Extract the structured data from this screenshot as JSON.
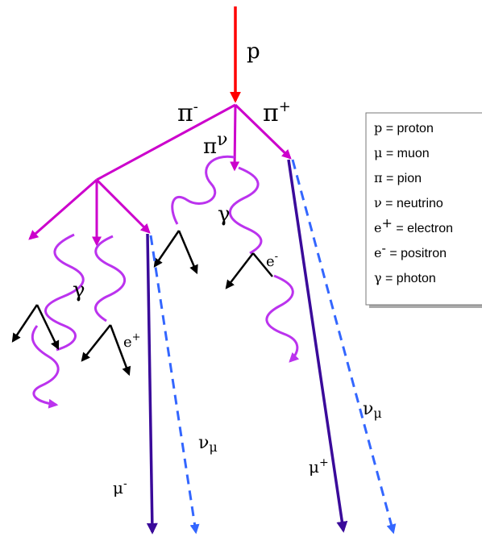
{
  "colors": {
    "proton": "#ff0000",
    "pion": "#cc00cc",
    "photon": "#bb33ee",
    "electron": "#000000",
    "muon": "#3a0a9a",
    "neutrino": "#3366ff"
  },
  "labels": {
    "p": "p",
    "pi_minus_base": "π",
    "pi_minus_sup": "-",
    "pi_plus_base": "π",
    "pi_plus_sup": "+",
    "pi_nu_pi": "π",
    "pi_nu_nu": "ν",
    "gamma_left": "γ",
    "gamma_center": "γ",
    "e_plus_base": "e",
    "e_plus_sup": "+",
    "e_minus_base": "e",
    "e_minus_sup": "-",
    "mu_minus_base": "μ",
    "mu_minus_sup": "-",
    "mu_plus_base": "μ",
    "mu_plus_sup": "+",
    "nu_mu_left_base": "ν",
    "nu_mu_left_sub": "μ",
    "nu_mu_right_base": "ν",
    "nu_mu_right_sub": "μ"
  },
  "legend": {
    "items": [
      {
        "symbol": "p",
        "sup": "",
        "text": "= proton"
      },
      {
        "symbol": "μ",
        "sup": "",
        "text": "= muon"
      },
      {
        "symbol": "π",
        "sup": "",
        "text": "= pion"
      },
      {
        "symbol": "ν",
        "sup": "",
        "text": "= neutrino"
      },
      {
        "symbol": "e",
        "sup": "+",
        "text": "= electron"
      },
      {
        "symbol": "e",
        "sup": "-",
        "text": "= positron"
      },
      {
        "symbol": "γ",
        "sup": "",
        "text": "= photon"
      }
    ]
  }
}
